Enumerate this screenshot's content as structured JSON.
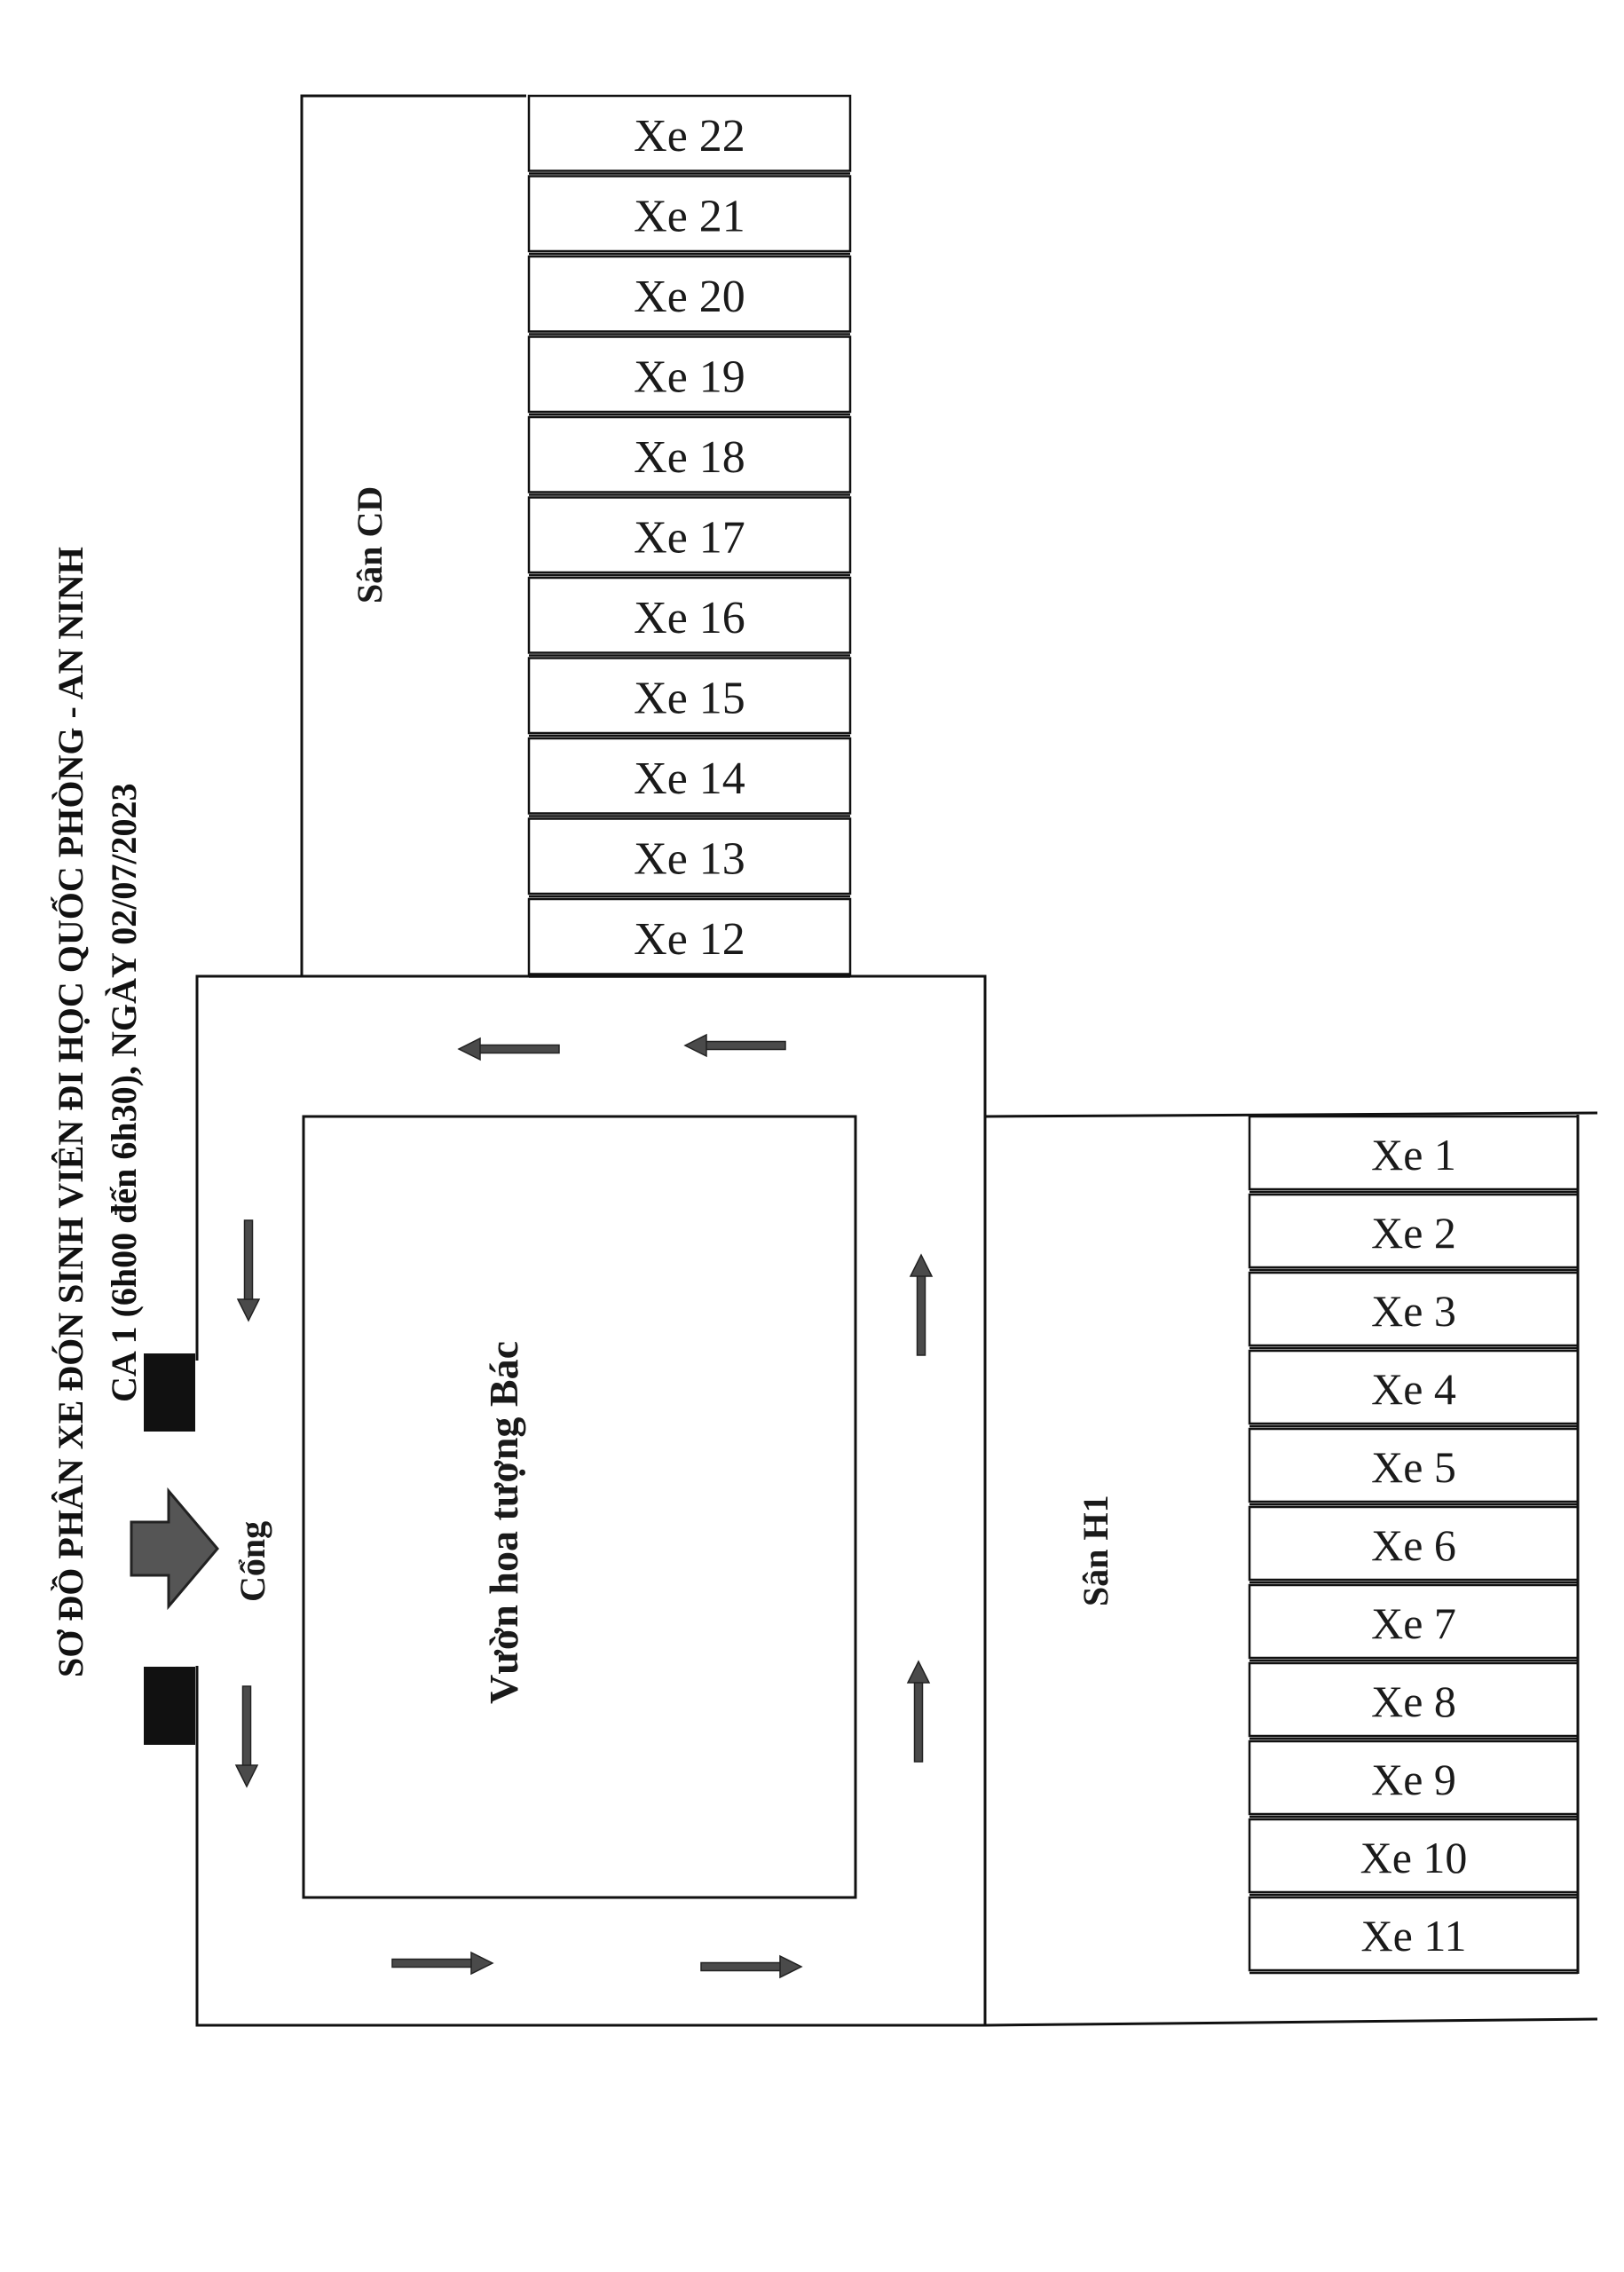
{
  "title": {
    "line1": "SƠ ĐỒ PHÂN XE ĐÓN SINH VIÊN ĐI HỌC QUỐC PHÒNG - AN NINH",
    "line2": "CA 1 (6h00 đến 6h30), NGÀY 02/07/2023"
  },
  "areas": {
    "san_cd": "Sân CD",
    "san_h1": "Sân H1",
    "garden": "Vườn hoa tượng Bác",
    "gate": "Cổng"
  },
  "bays_top": [
    {
      "label": "Xe 22"
    },
    {
      "label": "Xe 21"
    },
    {
      "label": "Xe 20"
    },
    {
      "label": "Xe 19"
    },
    {
      "label": "Xe 18"
    },
    {
      "label": "Xe 17"
    },
    {
      "label": "Xe 16"
    },
    {
      "label": "Xe 15"
    },
    {
      "label": "Xe 14"
    },
    {
      "label": "Xe 13"
    },
    {
      "label": "Xe 12"
    }
  ],
  "bays_right": [
    {
      "label": "Xe 1"
    },
    {
      "label": "Xe 2"
    },
    {
      "label": "Xe 3"
    },
    {
      "label": "Xe 4"
    },
    {
      "label": "Xe 5"
    },
    {
      "label": "Xe 6"
    },
    {
      "label": "Xe 7"
    },
    {
      "label": "Xe 8"
    },
    {
      "label": "Xe 9"
    },
    {
      "label": "Xe 10"
    },
    {
      "label": "Xe 11"
    }
  ],
  "traffic_arrows": [
    {
      "id": "top-left",
      "direction": "left"
    },
    {
      "id": "top-right",
      "direction": "left"
    },
    {
      "id": "left-upper",
      "direction": "down"
    },
    {
      "id": "left-lower",
      "direction": "down"
    },
    {
      "id": "bottom-left",
      "direction": "right"
    },
    {
      "id": "bottom-right",
      "direction": "right"
    },
    {
      "id": "right-upper",
      "direction": "up"
    },
    {
      "id": "right-lower",
      "direction": "up"
    }
  ],
  "colors": {
    "line": "#111111",
    "arrow": "#4a4a4a",
    "gate_arrow": "#555555",
    "gate_post": "#111111"
  }
}
